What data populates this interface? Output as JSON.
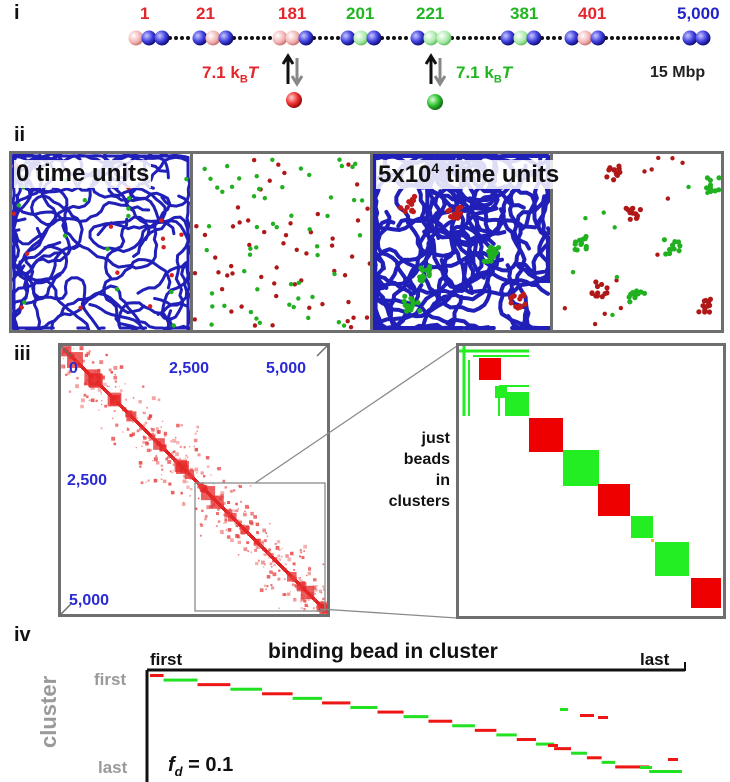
{
  "panels": {
    "i": "i",
    "ii": "ii",
    "iii": "iii",
    "iv": "iv"
  },
  "polymer": {
    "labels": [
      {
        "text": "1",
        "color": "#e4262c"
      },
      {
        "text": "21",
        "color": "#e4262c"
      },
      {
        "text": "181",
        "color": "#e4262c"
      },
      {
        "text": "201",
        "color": "#22b522"
      },
      {
        "text": "221",
        "color": "#22b522"
      },
      {
        "text": "381",
        "color": "#22b522"
      },
      {
        "text": "401",
        "color": "#e4262c"
      },
      {
        "text": "5,000",
        "color": "#2323c8"
      }
    ],
    "energy_red": "7.1 k",
    "energy_green": "7.1 k",
    "energy_sub": "B",
    "energy_T": "T",
    "length": "15 Mbp"
  },
  "snapshots": {
    "t0": "0 time units",
    "t1_pre": "5x10",
    "t1_sup": "4",
    "t1_post": " time units"
  },
  "contact_map": {
    "ticks_top": [
      "0",
      "2,500",
      "5,000"
    ],
    "ticks_left": [
      "2,500",
      "5,000"
    ],
    "zoom_caption": "just\nbeads\nin\nclusters"
  },
  "cluster_plot": {
    "title": "binding bead in cluster",
    "x_first": "first",
    "x_last": "last",
    "y_label": "cluster",
    "y_first": "first",
    "y_last": "last",
    "fd_label": "f",
    "fd_sub": "d",
    "fd_value": " = 0.1"
  },
  "colors": {
    "red": "#e4262c",
    "green": "#22b522",
    "blue": "#2323c8",
    "frame": "#6e6e6e"
  }
}
